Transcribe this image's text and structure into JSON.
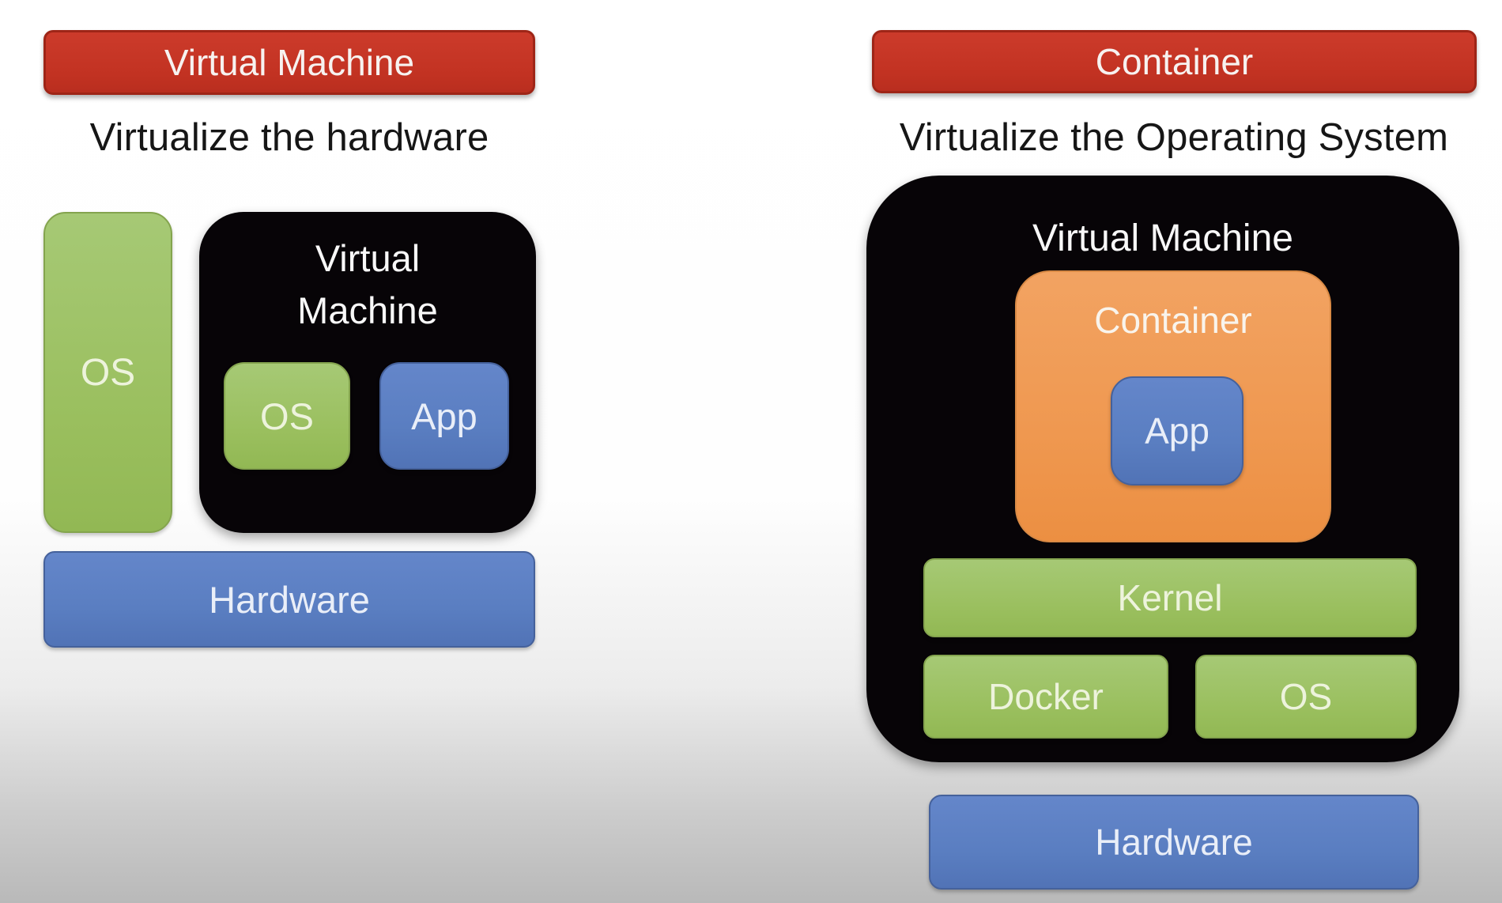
{
  "left": {
    "header_label": "Virtual Machine",
    "subtitle": "Virtualize the hardware",
    "host_os_label": "OS",
    "vm": {
      "title_line1": "Virtual",
      "title_line2": "Machine",
      "os_label": "OS",
      "app_label": "App"
    },
    "hardware_label": "Hardware"
  },
  "right": {
    "header_label": "Container",
    "subtitle": "Virtualize the Operating System",
    "vm": {
      "title": "Virtual Machine",
      "container_label": "Container",
      "app_label": "App",
      "kernel_label": "Kernel",
      "docker_label": "Docker",
      "os_label": "OS"
    },
    "hardware_label": "Hardware"
  },
  "colors": {
    "header_red": "#c23222",
    "box_green": "#9abf5e",
    "box_blue": "#5a7ec1",
    "box_orange": "#ef9850",
    "box_black": "#070407",
    "subtitle_text": "#161616",
    "background_top": "#ffffff",
    "background_bottom": "#b9b9b9"
  }
}
